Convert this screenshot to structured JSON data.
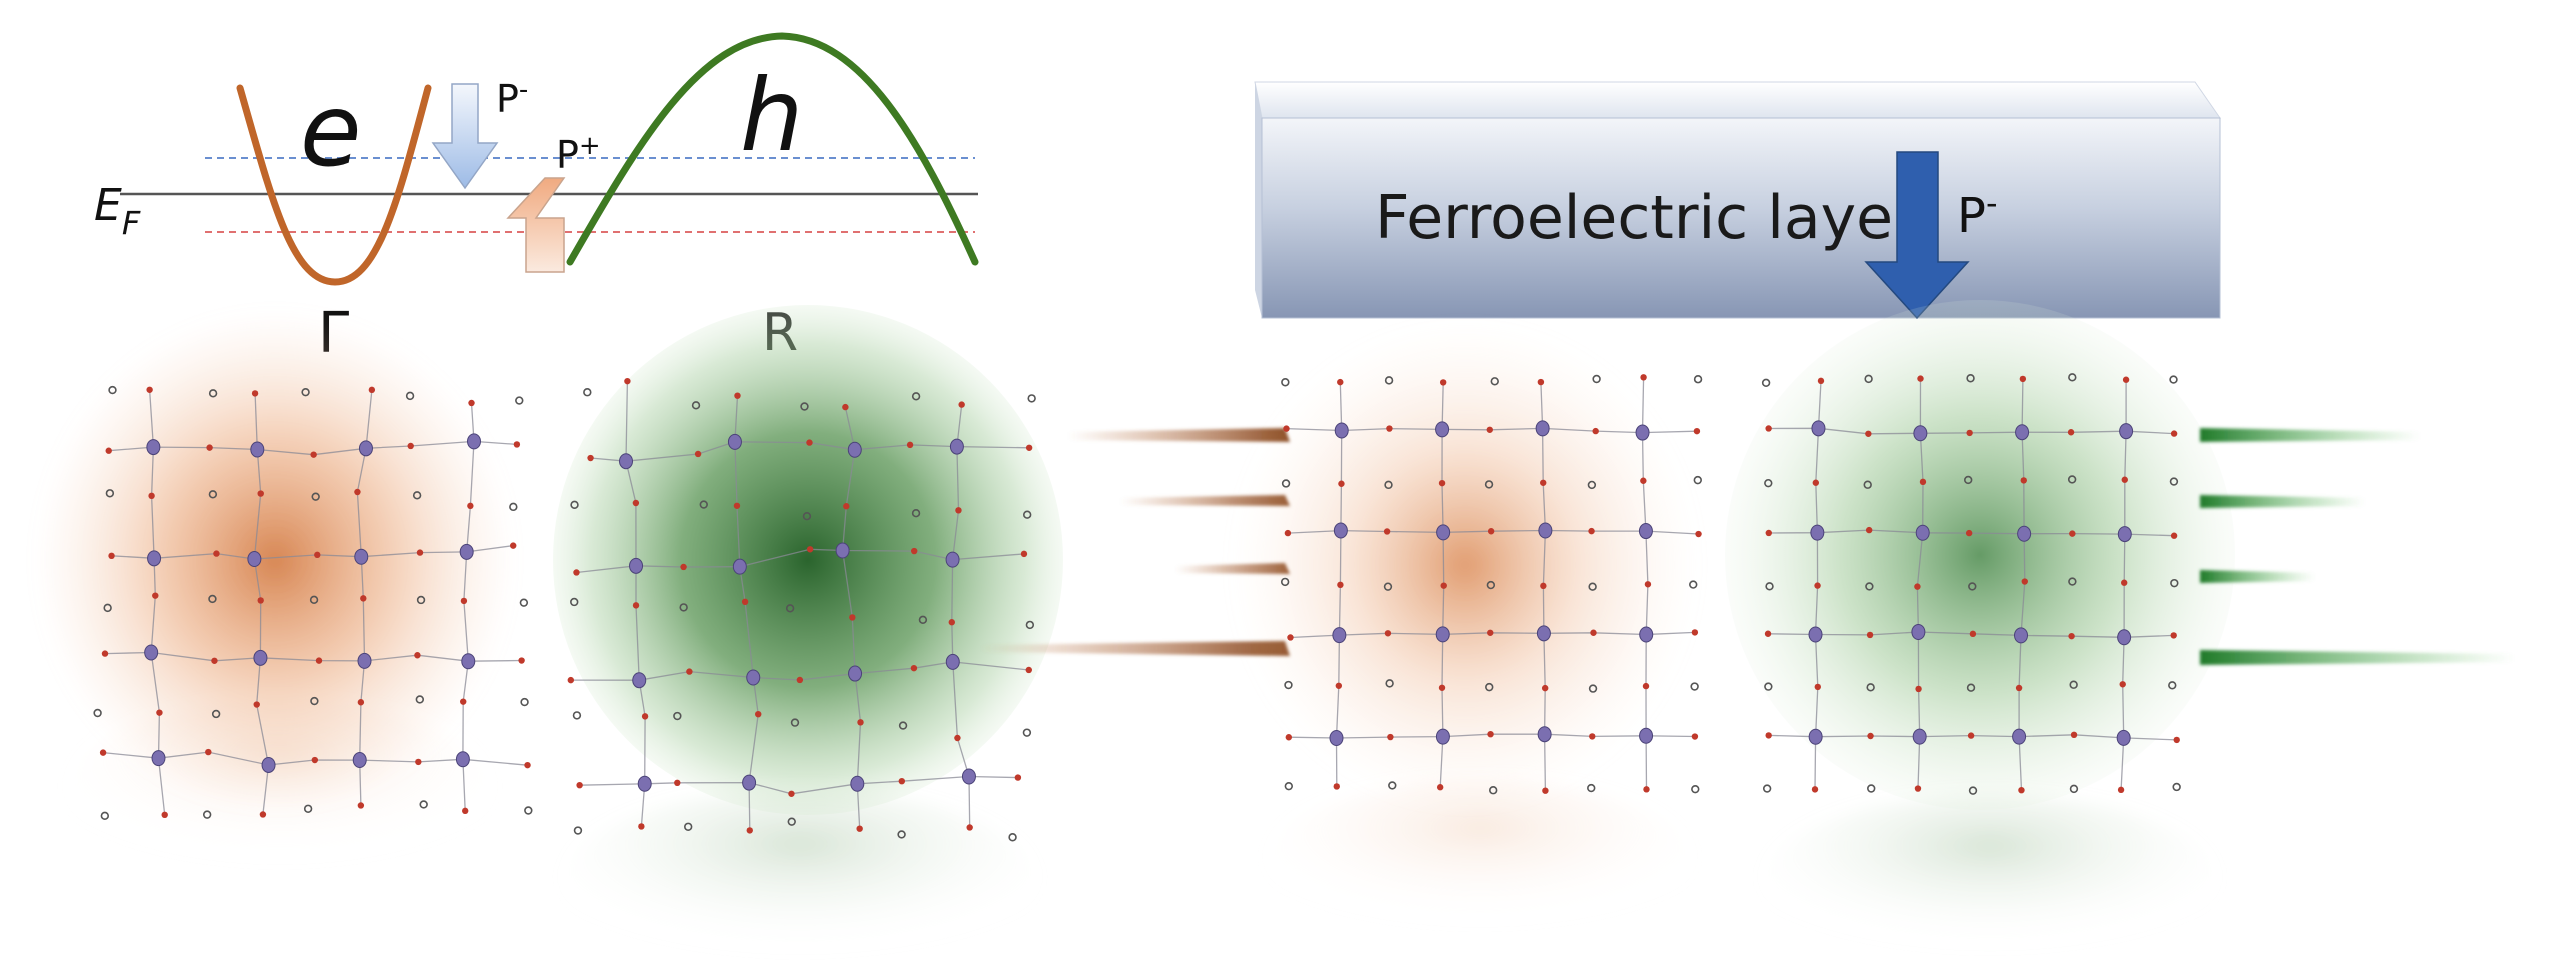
{
  "band_diagram": {
    "fermi_label": "E",
    "fermi_sub": "F",
    "electron_label": "e",
    "hole_label": "h",
    "gamma_label": "Γ",
    "r_label": "R",
    "p_minus": "P",
    "p_minus_sup": "-",
    "p_plus": "P",
    "p_plus_sup": "+"
  },
  "ferroelectric": {
    "label": "Ferroelectric layer",
    "p_label": "P",
    "p_sup": "-"
  },
  "colors": {
    "electron": "#c0662a",
    "hole": "#3e7a22",
    "orange_glow": "#d9824a",
    "green_glow": "#2e7a2e",
    "slab_top": "#e8edf4",
    "slab_bottom": "#8e9cb8",
    "arrow_dark": "#2f5fae",
    "arrow_light_blue": "#aec6ea",
    "arrow_light_orange": "#f2b48e",
    "blue_dash": "#6a8fd0",
    "red_dash": "#e07070"
  }
}
